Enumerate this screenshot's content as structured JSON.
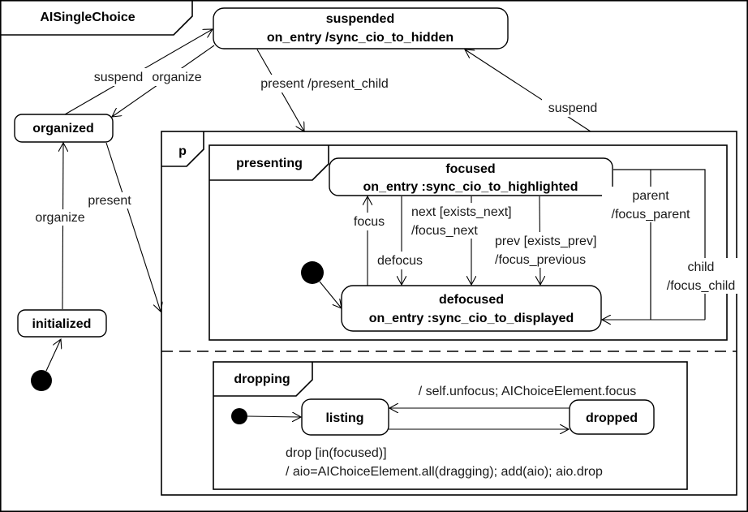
{
  "diagram": {
    "title": "AISingleChoice",
    "regions": {
      "p": "p",
      "presenting": "presenting",
      "dropping": "dropping"
    },
    "states": {
      "suspended": {
        "name": "suspended",
        "action": "on_entry /sync_cio_to_hidden"
      },
      "organized": {
        "name": "organized"
      },
      "initialized": {
        "name": "initialized"
      },
      "focused": {
        "name": "focused",
        "action": "on_entry :sync_cio_to_highlighted"
      },
      "defocused": {
        "name": "defocused",
        "action": "on_entry :sync_cio_to_displayed"
      },
      "listing": {
        "name": "listing"
      },
      "dropped": {
        "name": "dropped"
      }
    },
    "transitions": {
      "suspend_left": "suspend",
      "organize_top": "organize",
      "present_child": "present /present_child",
      "suspend_right": "suspend",
      "organize_left": "organize",
      "present_left": "present",
      "focus": "focus",
      "defocus": "defocus",
      "next_1": "next [exists_next]",
      "next_2": "/focus_next",
      "prev_1": "prev [exists_prev]",
      "prev_2": "/focus_previous",
      "parent_1": "parent",
      "parent_2": "/focus_parent",
      "child_1": "child",
      "child_2": "/focus_child",
      "unfocus": "/ self.unfocus; AIChoiceElement.focus",
      "drop_1": "drop [in(focused)]",
      "drop_2": "/ aio=AIChoiceElement.all(dragging); add(aio); aio.drop"
    }
  }
}
